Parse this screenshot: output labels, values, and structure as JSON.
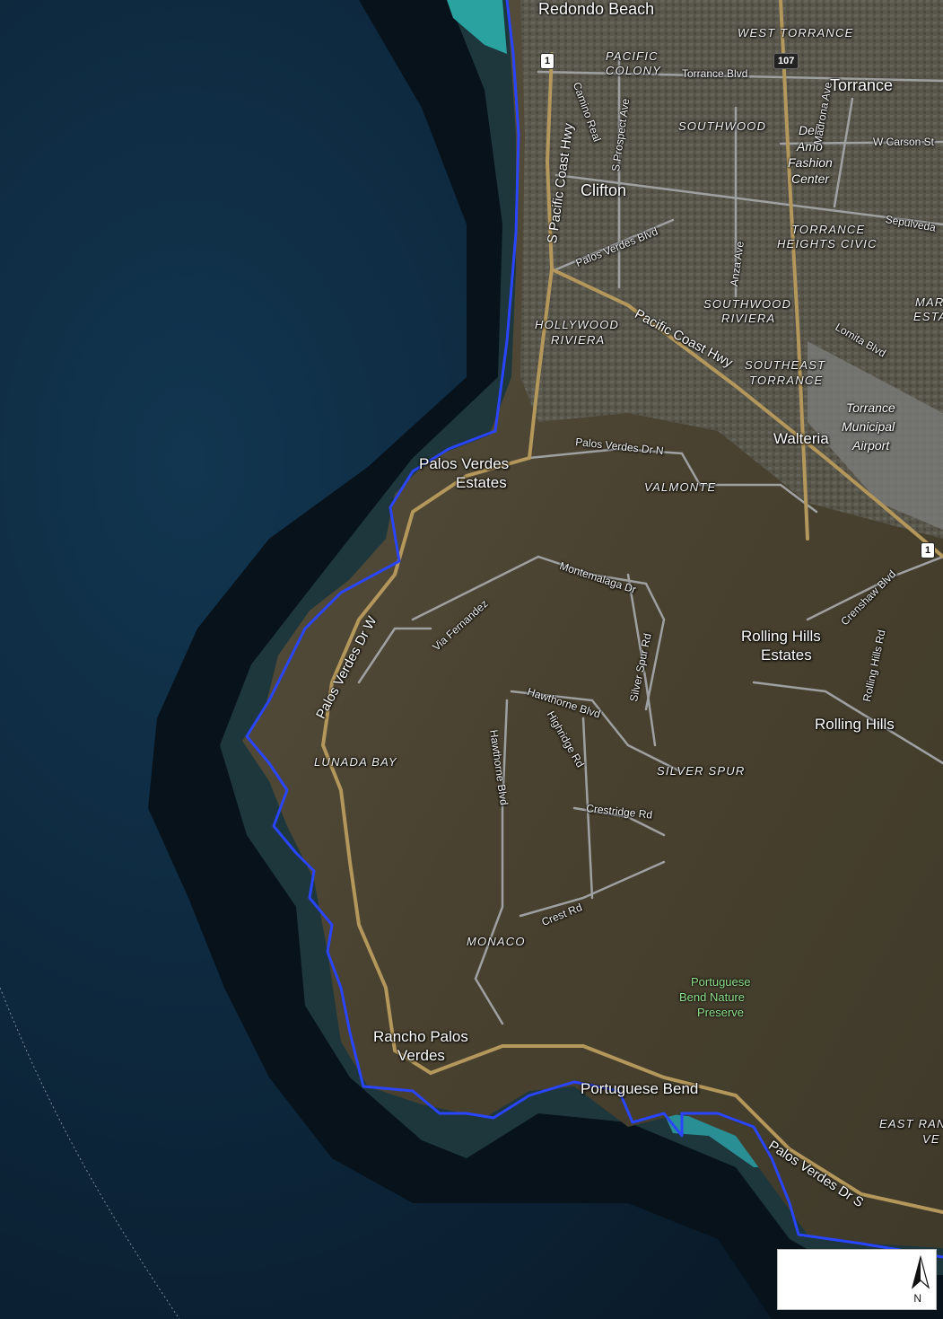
{
  "places": {
    "redondo_beach": "Redondo Beach",
    "west_torrance": "WEST TORRANCE",
    "pacific_colony_1": "PACIFIC",
    "pacific_colony_2": "COLONY",
    "torrance": "Torrance",
    "torrance_blvd": "Torrance Blvd",
    "w_carson_st": "W Carson St",
    "southwood": "SOUTHWOOD",
    "del_amo_1": "Del",
    "del_amo_2": "Amo",
    "del_amo_3": "Fashion",
    "del_amo_4": "Center",
    "clifton": "Clifton",
    "madrona_ave": "Madrona Ave",
    "camino_real": "Camino Real",
    "s_prospect_ave": "S Prospect Ave",
    "s_pacific_coast_hwy": "S Pacific Coast Hwy",
    "sepulveda": "Sepulveda",
    "torrance_heights_1": "TORRANCE",
    "torrance_heights_2": "HEIGHTS CIVIC",
    "palos_verdes_blvd": "Palos Verdes Blvd",
    "anza_ave": "Anza Ave",
    "mar_1": "MAR",
    "mar_2": "ESTA",
    "southwood_riviera_1": "SOUTHWOOD",
    "southwood_riviera_2": "RIVIERA",
    "hollywood_riviera_1": "HOLLYWOOD",
    "hollywood_riviera_2": "RIVIERA",
    "pacific_coast_hwy": "Pacific Coast Hwy",
    "lomita_blvd": "Lomita Blvd",
    "southeast_torrance_1": "SOUTHEAST",
    "southeast_torrance_2": "TORRANCE",
    "torrance_airport_1": "Torrance",
    "torrance_airport_2": "Municipal",
    "torrance_airport_3": "Airport",
    "walteria": "Walteria",
    "palos_verdes_dr_n": "Palos Verdes Dr N",
    "pv_estates_1": "Palos Verdes",
    "pv_estates_2": "Estates",
    "valmonte": "VALMONTE",
    "montemalaga_dr": "Montemalaga Dr",
    "via_fernandez": "Via Fernandez",
    "palos_verdes_dr_w": "Palos Verdes Dr W",
    "silver_spur_rd": "Silver Spur Rd",
    "crenshaw_blvd": "Crenshaw Blvd",
    "rolling_hills_rd": "Rolling Hills Rd",
    "rolling_hills_estates_1": "Rolling Hills",
    "rolling_hills_estates_2": "Estates",
    "rolling_hills": "Rolling Hills",
    "hawthorne_blvd_1": "Hawthorne Blvd",
    "highridge_rd": "Highridge Rd",
    "lunada_bay": "LUNADA BAY",
    "silver_spur": "SILVER SPUR",
    "hawthorne_blvd_2": "Hawthorne Blvd",
    "crestridge_rd": "Crestridge Rd",
    "crest_rd": "Crest Rd",
    "monaco": "MONACO",
    "portuguese_bend_preserve_1": "Portuguese",
    "portuguese_bend_preserve_2": "Bend Nature",
    "portuguese_bend_preserve_3": "Preserve",
    "rancho_pv_1": "Rancho Palos",
    "rancho_pv_2": "Verdes",
    "portuguese_bend": "Portuguese Bend",
    "east_ranch_1": "EAST RAN",
    "east_ranch_2": "VE",
    "palos_verdes_dr_s": "Palos Verdes Dr S"
  },
  "shields": {
    "hwy1_north": "1",
    "hwy107": "107",
    "hwy1_east": "1"
  },
  "north_arrow": {
    "label": "N",
    "icon": "north-arrow-icon"
  },
  "colors": {
    "ocean": "#0b1f30",
    "land": "#4e4632",
    "shoreline": "#1f3cff",
    "roads": "#a5a5a5",
    "major_roads": "#b99d5c",
    "park_label": "#8fe08a"
  }
}
